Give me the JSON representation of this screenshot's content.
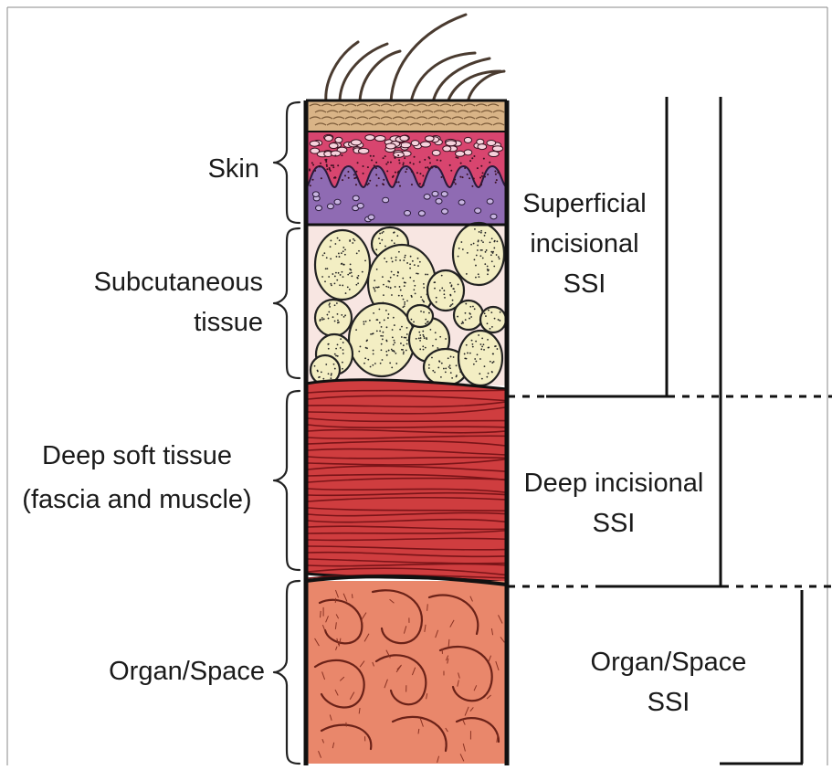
{
  "layers": [
    {
      "id": "skin",
      "label_lines": [
        "Skin"
      ]
    },
    {
      "id": "subcutaneous",
      "label_lines": [
        "Subcutaneous",
        "tissue"
      ]
    },
    {
      "id": "deep-soft",
      "label_lines": [
        "Deep soft tissue",
        "(fascia and muscle)"
      ]
    },
    {
      "id": "organ-space",
      "label_lines": [
        "Organ/Space"
      ]
    }
  ],
  "ssi_categories": [
    {
      "id": "superficial",
      "label_lines": [
        "Superficial",
        "incisional",
        "SSI"
      ]
    },
    {
      "id": "deep",
      "label_lines": [
        "Deep incisional",
        "SSI"
      ]
    },
    {
      "id": "organ-space",
      "label_lines": [
        "Organ/Space",
        "SSI"
      ]
    }
  ],
  "colors": {
    "outline": "#111111",
    "epidermis": "#d9b487",
    "dermis_pink": "#d8456f",
    "dermis_purple": "#8f6bb3",
    "fat_background": "#f8e6e2",
    "fat_lobule": "#f3eec3",
    "muscle": "#cf3d3f",
    "muscle_fiber": "#7a1418",
    "organ": "#e9876b",
    "organ_fold": "#6b2218",
    "hair": "#4a3b30"
  }
}
